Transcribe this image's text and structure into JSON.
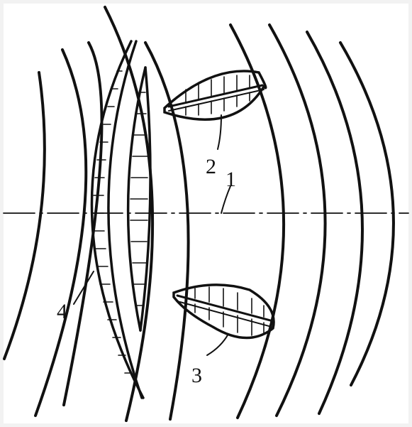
{
  "labels": {
    "axis": "1",
    "upper_element": "2",
    "lower_element": "3",
    "left_element": "4"
  },
  "colors": {
    "ink": "#111111",
    "background": "#ffffff"
  }
}
